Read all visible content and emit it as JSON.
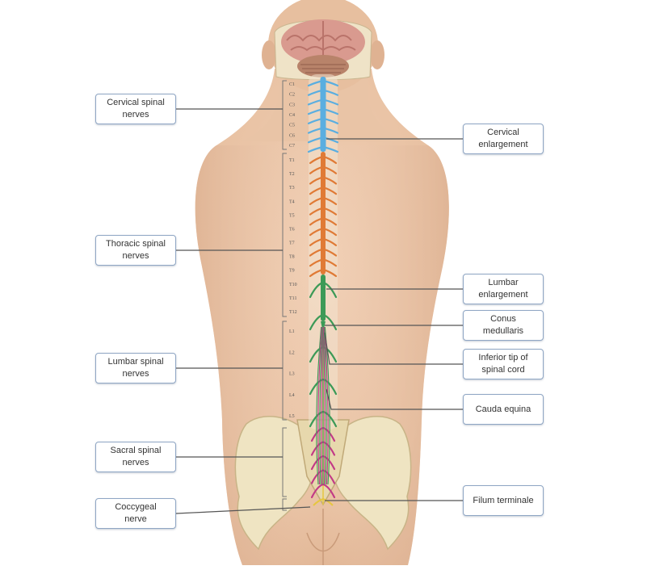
{
  "left_labels": [
    {
      "id": "cervical-spinal-nerves",
      "text": "Cervical spinal\nnerves"
    },
    {
      "id": "thoracic-spinal-nerves",
      "text": "Thoracic spinal\nnerves"
    },
    {
      "id": "lumbar-spinal-nerves",
      "text": "Lumbar spinal\nnerves"
    },
    {
      "id": "sacral-spinal-nerves",
      "text": "Sacral spinal\nnerves"
    },
    {
      "id": "coccygeal-nerve",
      "text": "Coccygeal\nnerve"
    }
  ],
  "right_labels": [
    {
      "id": "cervical-enlargement",
      "text": "Cervical\nenlargement"
    },
    {
      "id": "lumbar-enlargement",
      "text": "Lumbar\nenlargement"
    },
    {
      "id": "conus-medullaris",
      "text": "Conus\nmedullaris"
    },
    {
      "id": "inferior-tip-of-spinal-cord",
      "text": "Inferior tip of\nspinal cord"
    },
    {
      "id": "cauda-equina",
      "text": "Cauda equina"
    },
    {
      "id": "filum-terminale",
      "text": "Filum terminale"
    }
  ],
  "segment_marks": {
    "cervical": [
      "C1",
      "C2",
      "C3",
      "C4",
      "C5",
      "C6",
      "C7"
    ],
    "thoracic": [
      "T1",
      "T2",
      "T3",
      "T4",
      "T5",
      "T6",
      "T7",
      "T8",
      "T9",
      "T10",
      "T11",
      "T12"
    ],
    "lumbar": [
      "L1",
      "L2",
      "L3",
      "L4",
      "L5"
    ]
  },
  "colors": {
    "cervical": "#5aaee0",
    "thoracic": "#e07a35",
    "lumbar": "#3c9a57",
    "sacral": "#c23a86",
    "coccygeal": "#e6c640",
    "skin": "#ecc7aa",
    "bone": "#efe4c2",
    "label_border": "#8fa6c4",
    "leader": "#555555"
  }
}
